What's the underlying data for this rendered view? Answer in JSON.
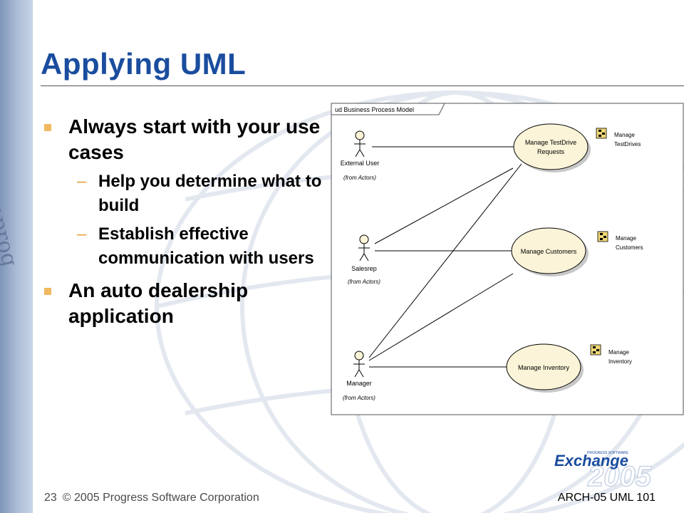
{
  "slide": {
    "title": "Applying UML",
    "side_text": "www.prog",
    "bullets": [
      {
        "text": "Always start with your use cases",
        "sub": [
          "Help you determine what to build",
          "Establish effective communication with users"
        ]
      },
      {
        "text": "An auto dealership application",
        "sub": []
      }
    ],
    "sub_marker": "–"
  },
  "diagram": {
    "frame_label": "ud Business Process Model",
    "actors": [
      {
        "name": "External User",
        "from": "(from Actors)"
      },
      {
        "name": "Salesrep",
        "from": "(from Actors)"
      },
      {
        "name": "Manager",
        "from": "(from Actors)"
      }
    ],
    "use_cases": [
      {
        "line1": "Manage TestDrive",
        "line2": "Requests",
        "package_line1": "Manage",
        "package_line2": "TestDrives"
      },
      {
        "line1": "Manage Customers",
        "line2": "",
        "package_line1": "Manage",
        "package_line2": "Customers"
      },
      {
        "line1": "Manage Inventory",
        "line2": "",
        "package_line1": "Manage",
        "package_line2": "Inventory"
      }
    ]
  },
  "footer": {
    "page_number": "23",
    "copyright": "© 2005 Progress Software Corporation",
    "course": "ARCH-05 UML 101"
  },
  "logo": {
    "small_caption": "PROGRESS SOFTWARE",
    "word": "Exchange",
    "year": "2005"
  },
  "colors": {
    "title": "#1a4d9e",
    "bullet": "#f0b860",
    "usecase_fill": "#fbf4d8"
  }
}
